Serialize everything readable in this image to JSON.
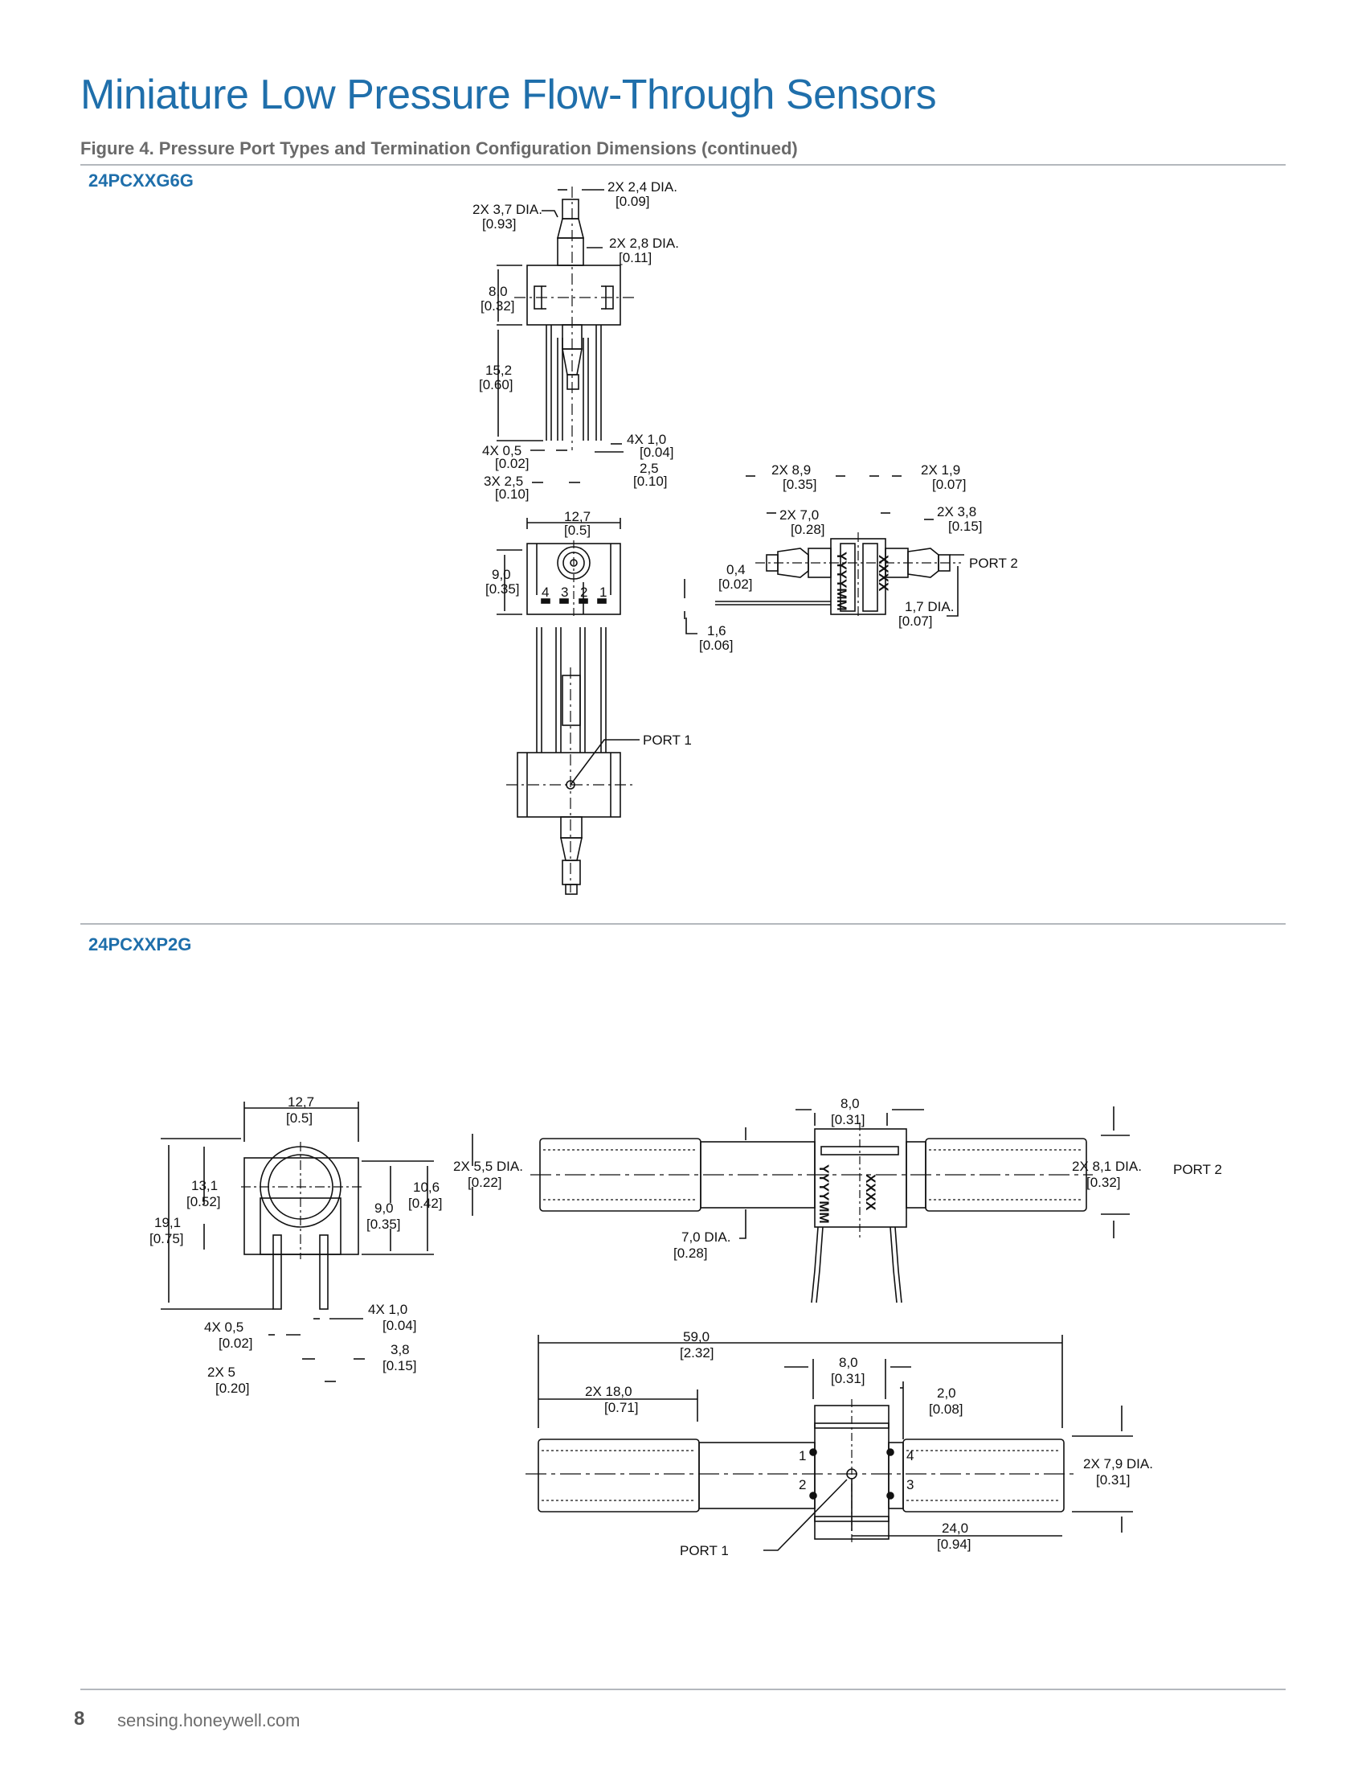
{
  "page": {
    "title": "Miniature Low Pressure Flow-Through Sensors",
    "figure_caption": "Figure 4. Pressure Port Types and Termination Configuration Dimensions (continued)",
    "page_number": "8",
    "website": "sensing.honeywell.com",
    "accent_color": "#1f6fab"
  },
  "sections": [
    {
      "part_number": "24PCXXG6G",
      "labels": {
        "d1": "2X 2,4 DIA.",
        "d1i": "[0.09]",
        "d2": "2X 3,7 DIA.",
        "d2i": "[0.93]",
        "d3": "2X 2,8 DIA.",
        "d3i": "[0.11]",
        "d4": "8,0",
        "d4i": "[0.32]",
        "d5": "15,2",
        "d5i": "[0.60]",
        "d6": "4X 1,0",
        "d6i": "[0.04]",
        "d7": "4X 0,5",
        "d7i": "[0.02]",
        "d8": "2,5",
        "d8i": "[0.10]",
        "d9": "3X 2,5",
        "d9i": "[0.10]",
        "d10": "12,7",
        "d10i": "[0.5]",
        "d11": "9,0",
        "d11i": "[0.35]",
        "pins": [
          "4",
          "3",
          "2",
          "1"
        ],
        "s1": "2X 8,9",
        "s1i": "[0.35]",
        "s2": "2X 1,9",
        "s2i": "[0.07]",
        "s3": "2X 7,0",
        "s3i": "[0.28]",
        "s4": "2X 3,8",
        "s4i": "[0.15]",
        "s5": "0,4",
        "s5i": "[0.02]",
        "s6": "1,6",
        "s6i": "[0.06]",
        "s7": "1,7 DIA.",
        "s7i": "[0.07]",
        "port2": "PORT 2",
        "port1": "PORT 1",
        "mark_a": "YYYYMM",
        "mark_b": "XXXX"
      }
    },
    {
      "part_number": "24PCXXP2G",
      "labels": {
        "e1": "12,7",
        "e1i": "[0.5]",
        "e2": "13,1",
        "e2i": "[0.52]",
        "e3": "19,1",
        "e3i": "[0.75]",
        "e4": "9,0",
        "e4i": "[0.35]",
        "e5": "10,6",
        "e5i": "[0.42]",
        "e6": "4X 1,0",
        "e6i": "[0.04]",
        "e7": "4X 0,5",
        "e7i": "[0.02]",
        "e8": "3,8",
        "e8i": "[0.15]",
        "e9": "2X 5",
        "e9i": "[0.20]",
        "f1": "2X 5,5 DIA.",
        "f1i": "[0.22]",
        "f2": "8,0",
        "f2i": "[0.31]",
        "f3": "2X 8,1 DIA.",
        "f3i": "[0.32]",
        "f4": "7,0 DIA.",
        "f4i": "[0.28]",
        "port2": "PORT 2",
        "mark_a": "YYYYMM",
        "mark_b": "XXXX",
        "g1": "59,0",
        "g1i": "[2.32]",
        "g2": "8,0",
        "g2i": "[0.31]",
        "g3": "2X 18,0",
        "g3i": "[0.71]",
        "g4": "2,0",
        "g4i": "[0.08]",
        "g5": "2X 7,9 DIA.",
        "g5i": "[0.31]",
        "g6": "24,0",
        "g6i": "[0.94]",
        "pins": [
          "1",
          "2",
          "4",
          "3"
        ],
        "port1": "PORT 1"
      }
    }
  ]
}
